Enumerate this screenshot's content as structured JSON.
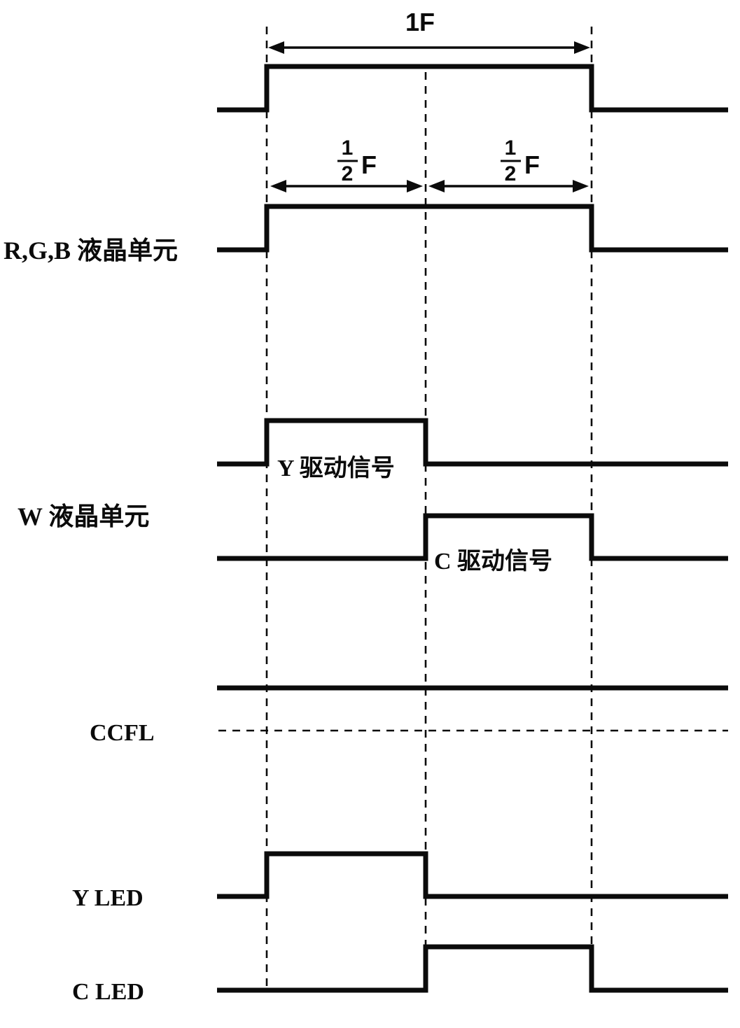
{
  "figure": {
    "type": "timing-diagram",
    "frame_label": "1F",
    "half_frame": {
      "numerator": "1",
      "denominator": "2",
      "unit": "F"
    },
    "rows": {
      "rgb_cell": "R,G,B 液晶单元",
      "w_cell": "W 液晶单元",
      "y_drive": "Y 驱动信号",
      "c_drive": "C 驱动信号",
      "ccfl": "CCFL",
      "y_led": "Y LED",
      "c_led": "C LED"
    },
    "signals": [
      {
        "name": "frame pulse (top)",
        "high_interval_in_F": [
          0,
          1
        ]
      },
      {
        "name": "R,G,B 液晶单元",
        "high_interval_in_F": [
          0,
          1
        ]
      },
      {
        "name": "Y 驱动信号 (W 液晶单元)",
        "high_interval_in_F": [
          0,
          0.5
        ]
      },
      {
        "name": "C 驱动信号 (W 液晶单元)",
        "high_interval_in_F": [
          0.5,
          1
        ]
      },
      {
        "name": "CCFL",
        "state": "constant solid line with dashed reference line below"
      },
      {
        "name": "Y LED",
        "high_interval_in_F": [
          0,
          0.5
        ]
      },
      {
        "name": "C LED",
        "high_interval_in_F": [
          0.5,
          1
        ]
      }
    ],
    "colors": {
      "ink": "#0b0b0b",
      "background": "#ffffff"
    }
  }
}
